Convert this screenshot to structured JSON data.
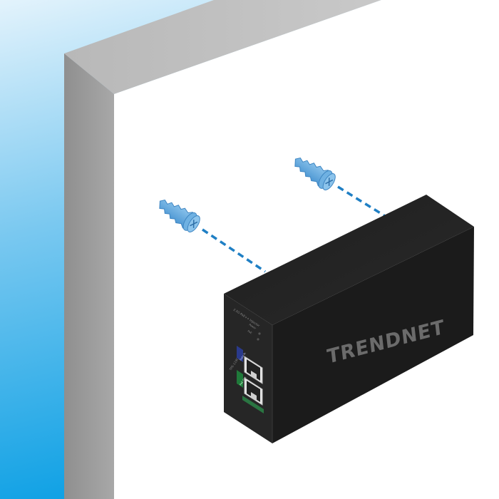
{
  "illustration": {
    "scene": "wall-mount-instructions",
    "colors": {
      "background_top": "#d8eefb",
      "background_bottom": "#0fa3e6",
      "wall_face": "#ffffff",
      "wall_edge": "#9e9e9e",
      "wall_top": "#c2c2c2",
      "device_body": "#222222",
      "screw": "#5aa5dd",
      "guide_line": "#1f7fc4"
    },
    "device": {
      "brand": "TRENDnet",
      "brand_display": "TRENDNET",
      "model_label": "TPE-119GI",
      "front_label": "2.5G PoE++ Injector",
      "port_in_label": "Data In",
      "port_out_label": "PoE Out",
      "led_power": "Power",
      "led_poe": "PoE"
    },
    "screws": [
      {
        "name": "screw-left",
        "icon": "wall-screw-icon"
      },
      {
        "name": "screw-right",
        "icon": "wall-screw-icon"
      }
    ]
  }
}
